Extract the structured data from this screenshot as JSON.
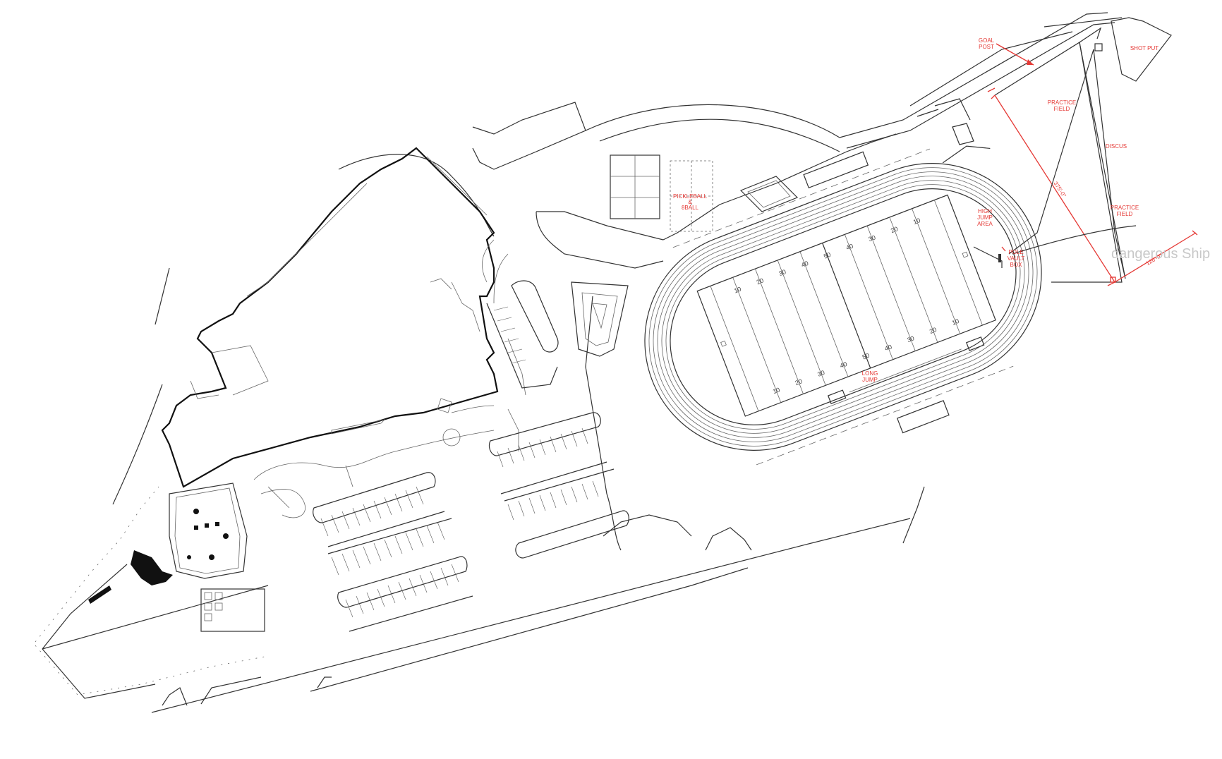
{
  "labels": {
    "goal_post": [
      "GOAL",
      "POST"
    ],
    "shot_put": "SHOT PUT",
    "practice_field_top": [
      "PRACTICE",
      "FIELD"
    ],
    "discus": "DISCUS",
    "practice_field_bottom": [
      "PRACTICE",
      "FIELD"
    ],
    "high_jump": [
      "HIGH",
      "JUMP",
      "AREA"
    ],
    "pole_vault": [
      "POLE",
      "VAULT",
      "BOX"
    ],
    "pickleball": [
      "PICKLEBALL",
      "&",
      "8BALL"
    ],
    "long_jump": [
      "LONG",
      "JUMP"
    ],
    "dim_a": "375'-0\"",
    "dim_b": "120'-0\""
  },
  "field_yard_labels": [
    "10",
    "20",
    "30",
    "40",
    "50",
    "40",
    "30",
    "20",
    "10"
  ],
  "overlay_text": "dangerous Ship",
  "colors": {
    "annotation": "#e53935",
    "linework": "#333333",
    "ghost_text": "#c8c8c8"
  }
}
